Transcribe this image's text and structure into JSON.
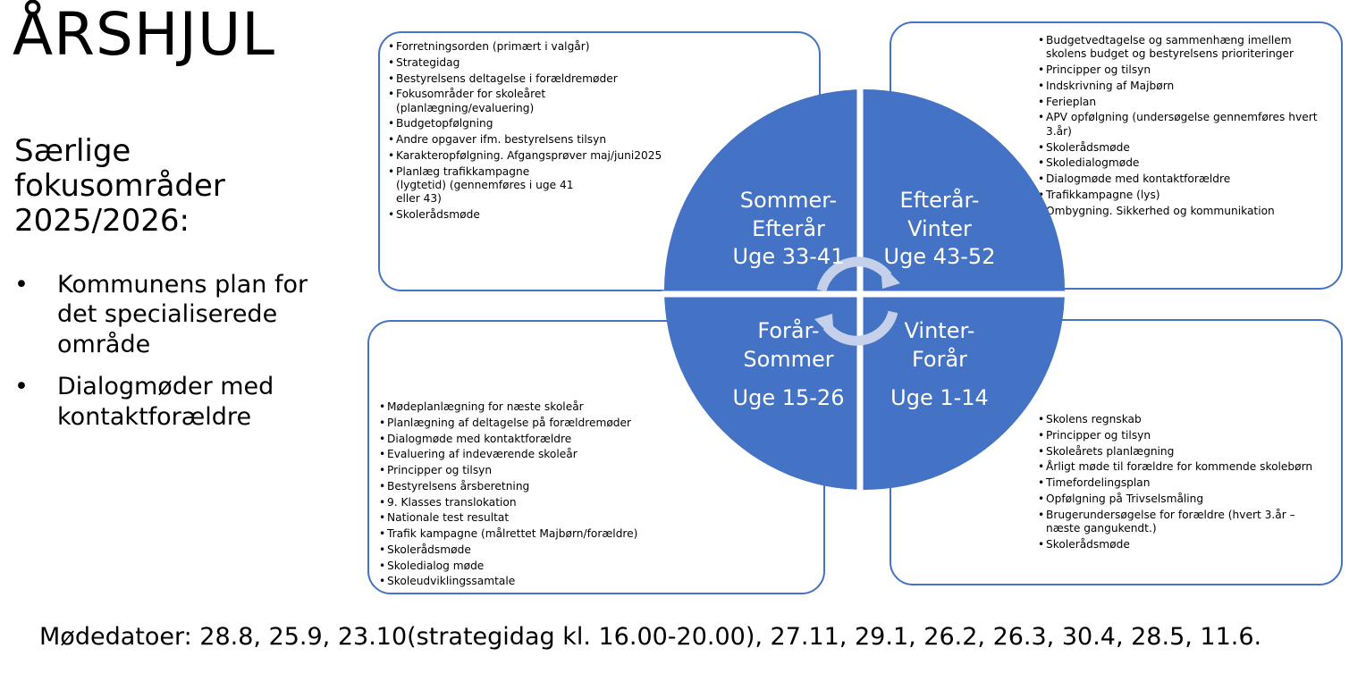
{
  "title": "ÅRSHJUL",
  "subtitle": "Særlige fokusområder 2025/2026:",
  "focus_areas": [
    "Kommunens plan for det specialiserede område",
    "Dialogmøder med kontaktforældre"
  ],
  "colors": {
    "wheel": "#4472c4",
    "box_border": "#4472c4",
    "arrow": "#c5d1ea"
  },
  "quadrants": {
    "top_left": {
      "line1": "Sommer-",
      "line2": "Efterår",
      "weeks": "Uge 33-41"
    },
    "top_right": {
      "line1": "Efterår-",
      "line2": "Vinter",
      "weeks": "Uge 43-52"
    },
    "bottom_left": {
      "line1": "Forår-",
      "line2": "Sommer",
      "weeks": "Uge 15-26"
    },
    "bottom_right": {
      "line1": "Vinter-",
      "line2": "Forår",
      "weeks": "Uge 1-14"
    }
  },
  "boxes": {
    "top_left": [
      "Forretningsorden (primært i valgår)",
      "Strategidag",
      "Bestyrelsens deltagelse i forældremøder",
      "Fokusområder for skoleåret (planlægning/evaluering)",
      "Budgetopfølgning",
      "Andre opgaver ifm. bestyrelsens tilsyn",
      "Karakteropfølgning. Afgangsprøver maj/juni2025",
      "Planlæg trafikkampagne (lygtetid) (gennemføres i uge 41 eller 43)",
      "Skolerådsmøde"
    ],
    "top_right": [
      "Budgetvedtagelse og sammenhæng imellem skolens budget og bestyrelsens prioriteringer",
      "Principper og tilsyn",
      "Indskrivning af Majbørn",
      "Ferieplan",
      "APV opfølgning (undersøgelse gennemføres hvert 3.år)",
      "Skolerådsmøde",
      "Skoledialogmøde",
      "Dialogmøde med kontaktforældre",
      "Trafikkampagne (lys)",
      "Ombygning. Sikkerhed og kommunikation"
    ],
    "bottom_left": [
      "Mødeplanlægning for næste skoleår",
      "Planlægning af deltagelse på forældremøder",
      "Dialogmøde med kontaktforældre",
      "Evaluering af indeværende skoleår",
      "Principper og tilsyn",
      "Bestyrelsens årsberetning",
      "9. Klasses translokation",
      "Nationale test resultat",
      "Trafik kampagne (målrettet Majbørn/forældre)",
      "Skolerådsmøde",
      "Skoledialog møde",
      "Skoleudviklingssamtale"
    ],
    "bottom_right": [
      "Skolens regnskab",
      "Principper og tilsyn",
      "Skoleårets planlægning",
      "Årligt møde til forældre for kommende skolebørn",
      "Timefordelingsplan",
      "Opfølgning på Trivselsmåling",
      "Brugerundersøgelse for forældre (hvert 3.år – næste gangukendt.)",
      "Skolerådsmøde"
    ]
  },
  "meeting_dates": "Mødedatoer: 28.8, 25.9, 23.10(strategidag kl. 16.00-20.00), 27.11, 29.1, 26.2, 26.3, 30.4, 28.5, 11.6."
}
